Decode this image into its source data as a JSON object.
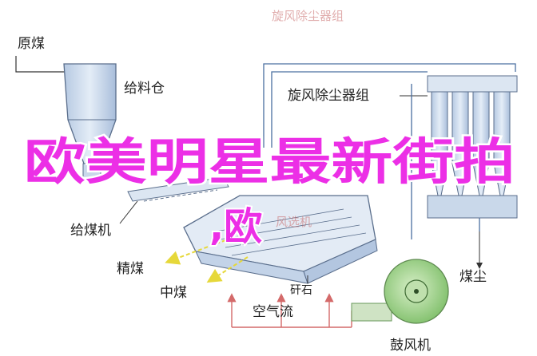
{
  "labels": {
    "raw_coal": "原煤",
    "feed_bin": "给料仓",
    "cyclone_group": "旋风除尘器组",
    "feeder": "给煤机",
    "jig": "风选机",
    "clean_coal": "精煤",
    "middlings": "中煤",
    "gangue": "矸石",
    "coal_dust": "煤尘",
    "airflow": "空气流",
    "blower": "鼓风机"
  },
  "overlay": {
    "title": "欧美明星最新街拍",
    "subtitle": ",欧"
  },
  "colors": {
    "equipment_fill": "#c9d8ea",
    "equipment_stroke": "#5a6e8c",
    "pipe_stroke": "#4a6fa0",
    "air_arrow": "#d46a6a",
    "product_arrow": "#e6d83a",
    "blower_fill": "#a9d49a",
    "overlay_text": "#ec2fe6"
  }
}
